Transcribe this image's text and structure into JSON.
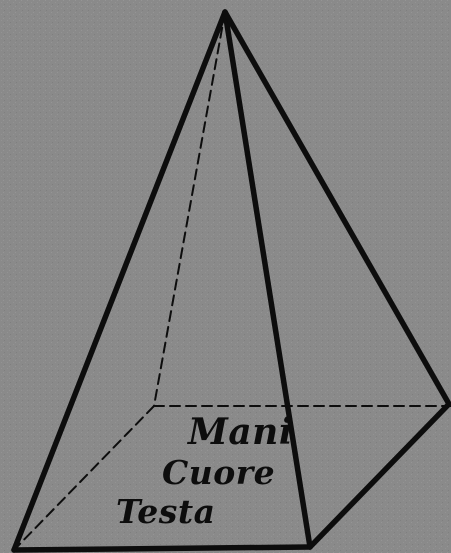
{
  "colors": {
    "paper": "#8a8a8a",
    "ink": "#0d0d0d"
  },
  "labels": {
    "mani": "Mani",
    "cuore": "Cuore",
    "testa": "Testa"
  }
}
